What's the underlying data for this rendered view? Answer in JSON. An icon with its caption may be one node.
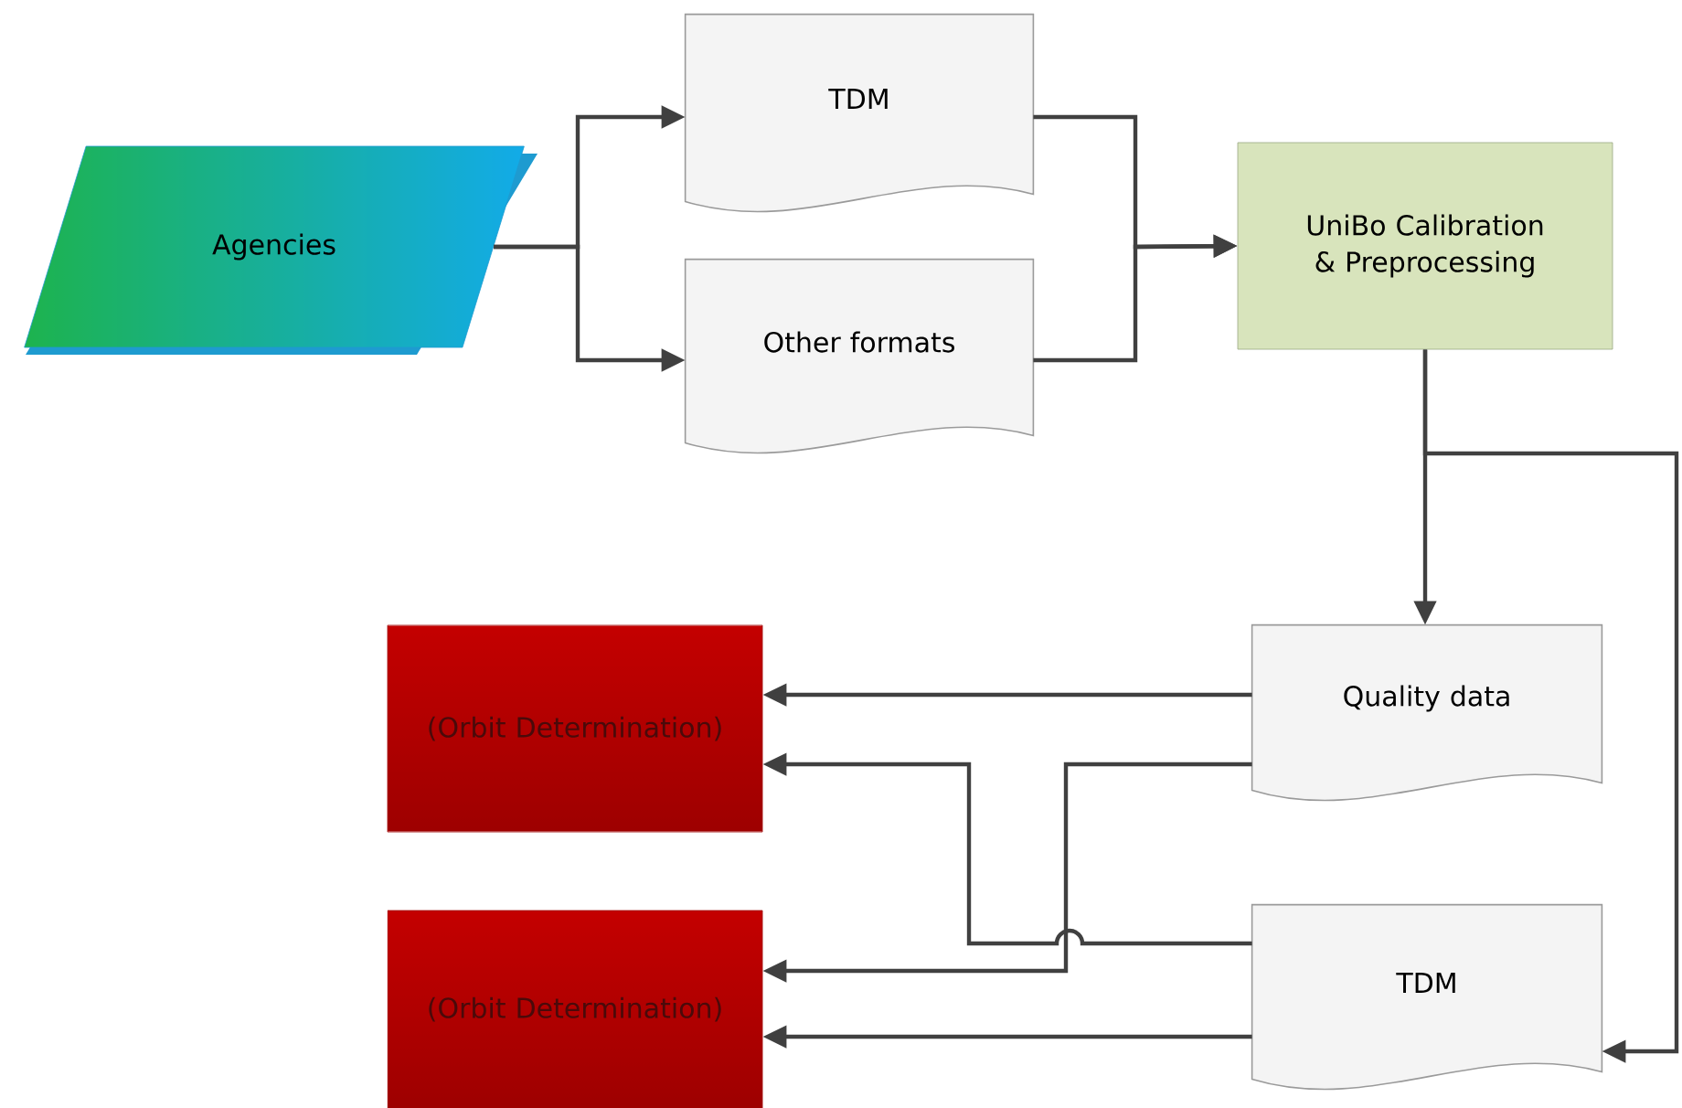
{
  "diagram": {
    "nodes": [
      {
        "text": [
          "Agencies"
        ]
      },
      {
        "text": [
          "TDM"
        ]
      },
      {
        "text": [
          "Other formats"
        ]
      },
      {
        "text": [
          "UniBo Calibration & Preprocessing"
        ]
      },
      {
        "text": [
          "(Orbit Determination)"
        ]
      },
      {
        "text": [
          "Quality data"
        ]
      },
      {
        "text": [
          "(Orbit Determination)"
        ]
      },
      {
        "text": [
          "TDM"
        ]
      }
    ],
    "edges": [
      {
        "from": 0,
        "to": 1,
        "arrow": "to"
      },
      {
        "from": 0,
        "to": 2,
        "arrow": "to"
      },
      {
        "from": 1,
        "to": 3,
        "arrow": "to"
      },
      {
        "from": 2,
        "to": 3,
        "arrow": "to"
      },
      {
        "from": 3,
        "to": 5,
        "arrow": "to"
      },
      {
        "from": 3,
        "to": 7,
        "arrow": "to"
      },
      {
        "from": 5,
        "to": 4,
        "arrow": "to"
      },
      {
        "from": 5,
        "to": 6,
        "arrow": "to"
      },
      {
        "from": 7,
        "to": 4,
        "arrow": "to"
      },
      {
        "from": 7,
        "to": 6,
        "arrow": "to"
      }
    ]
  }
}
